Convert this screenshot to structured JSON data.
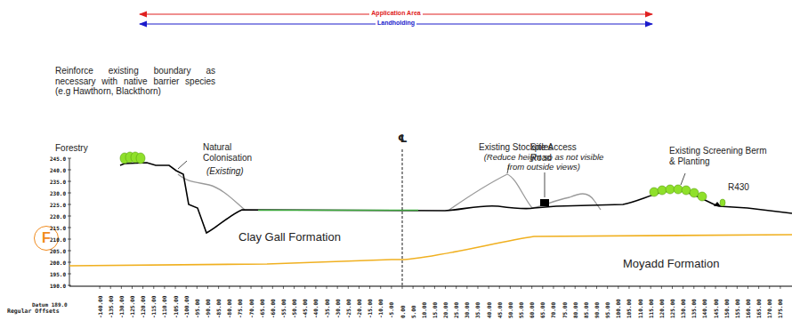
{
  "diagram": {
    "nodes": [
      {
        "text": [
          "F"
        ]
      }
    ],
    "labels": [
      "Application Area",
      "Landholding",
      "Reinforce existing boundary as necessary with native barrier species (e.g Hawthorn, Blackthorn)",
      "Forestry",
      "Natural Colonisation",
      "(Existing)",
      "℄",
      "Existing Stockpiles",
      "(Reduce height so as not visible from outside views)",
      "Site Access Road",
      "Existing Screening Berm & Planting",
      "R430",
      "Clay Gall Formation",
      "Moyadd Formation",
      "Datum 189.0",
      "Regular Offsets",
      "245.0",
      "240.0",
      "235.0",
      "230.0",
      "225.0",
      "220.0",
      "215.0",
      "210.0",
      "205.0",
      "200.0",
      "195.0",
      "190.0",
      "-140.00",
      "-135.00",
      "-130.00",
      "-125.00",
      "-120.00",
      "-115.00",
      "-110.00",
      "-105.00",
      "-100.00",
      "-95.00",
      "-90.00",
      "-85.00",
      "-80.00",
      "-75.00",
      "-70.00",
      "-65.00",
      "-60.00",
      "-55.00",
      "-50.00",
      "-45.00",
      "-40.00",
      "-35.00",
      "-30.00",
      "-25.00",
      "-20.00",
      "-15.00",
      "-10.00",
      "-5.00",
      "0.00",
      "5.00",
      "10.00",
      "15.00",
      "20.00",
      "25.00",
      "30.00",
      "35.00",
      "40.00",
      "45.00",
      "50.00",
      "55.00",
      "60.00",
      "65.00",
      "70.00",
      "75.00",
      "80.00",
      "85.00",
      "90.00",
      "95.00",
      "100.00",
      "105.00",
      "110.00",
      "115.00",
      "120.00",
      "125.00",
      "130.00",
      "135.00",
      "140.00",
      "145.00",
      "150.00",
      "155.00",
      "160.00",
      "165.00",
      "170.00",
      "175.00"
    ]
  }
}
